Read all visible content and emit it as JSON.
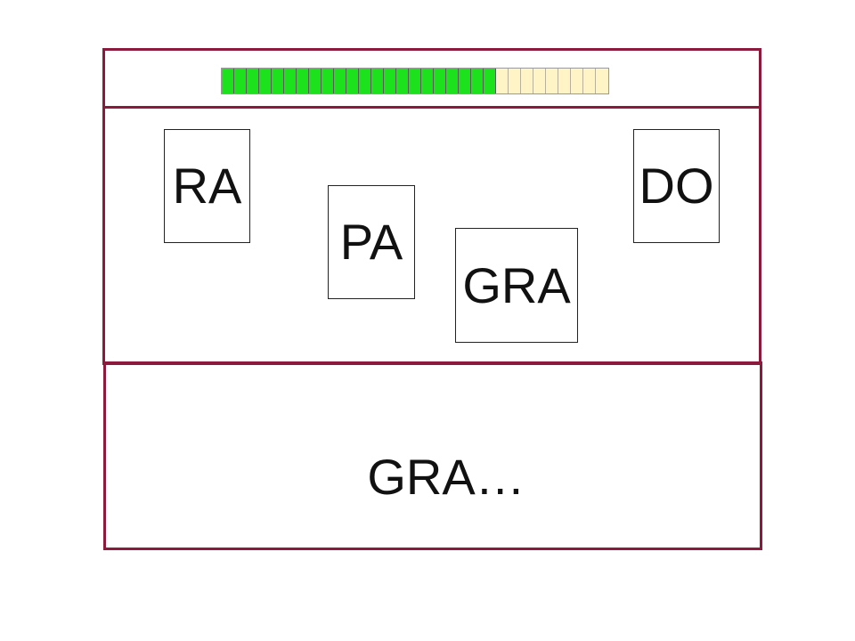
{
  "progress": {
    "completed_segments": 22,
    "total_segments": 31,
    "fraction": 0.71,
    "done_color": "#1ee11e",
    "todo_color": "#fff4c6"
  },
  "cards": [
    {
      "id": "ra",
      "label": "RA"
    },
    {
      "id": "pa",
      "label": "PA"
    },
    {
      "id": "gra",
      "label": "GRA"
    },
    {
      "id": "do",
      "label": "DO"
    }
  ],
  "answer": {
    "text": "GRA…"
  },
  "colors": {
    "frame": "#8c1a3c",
    "background": "#ffffff",
    "text": "#111111"
  }
}
